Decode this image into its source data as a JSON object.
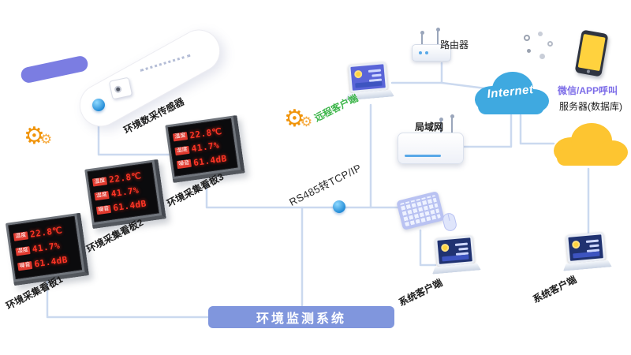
{
  "banner": {
    "label": "环境监测系统"
  },
  "sensor": {
    "label": "环境数采传感器"
  },
  "boards": [
    {
      "name": "环境采集看板1",
      "rows": [
        {
          "k": "温度",
          "v": "22.8℃"
        },
        {
          "k": "湿度",
          "v": "41.7%"
        },
        {
          "k": "噪音",
          "v": "61.4dB"
        }
      ]
    },
    {
      "name": "环境采集看板2",
      "rows": [
        {
          "k": "温度",
          "v": "22.8℃"
        },
        {
          "k": "湿度",
          "v": "41.7%"
        },
        {
          "k": "噪音",
          "v": "61.4dB"
        }
      ]
    },
    {
      "name": "环境采集看板3",
      "rows": [
        {
          "k": "温度",
          "v": "22.8℃"
        },
        {
          "k": "湿度",
          "v": "41.7%"
        },
        {
          "k": "噪音",
          "v": "61.4dB"
        }
      ]
    }
  ],
  "link": {
    "rs485": "RS485转TCP/IP"
  },
  "nodes": {
    "remote_client": "远程客户端",
    "router": "路由器",
    "lan": "局域网",
    "internet": "Internet",
    "wechat_app_call": "微信/APP呼叫",
    "server_database": "服务器(数据库)",
    "system_client_left": "系统客户端",
    "system_client_right": "系统客户端"
  },
  "colors": {
    "line": "#cbd9ef",
    "accent_purple": "#7b7de2",
    "banner_blue": "#8096dd",
    "led_red": "#ff3526",
    "remote_label_green": "#3cb549",
    "wechat_purple": "#7c6ce8",
    "internet_blue": "#3fa9e0",
    "server_cloud_yellow": "#fdc531",
    "gear_orange": "#f0940a"
  }
}
